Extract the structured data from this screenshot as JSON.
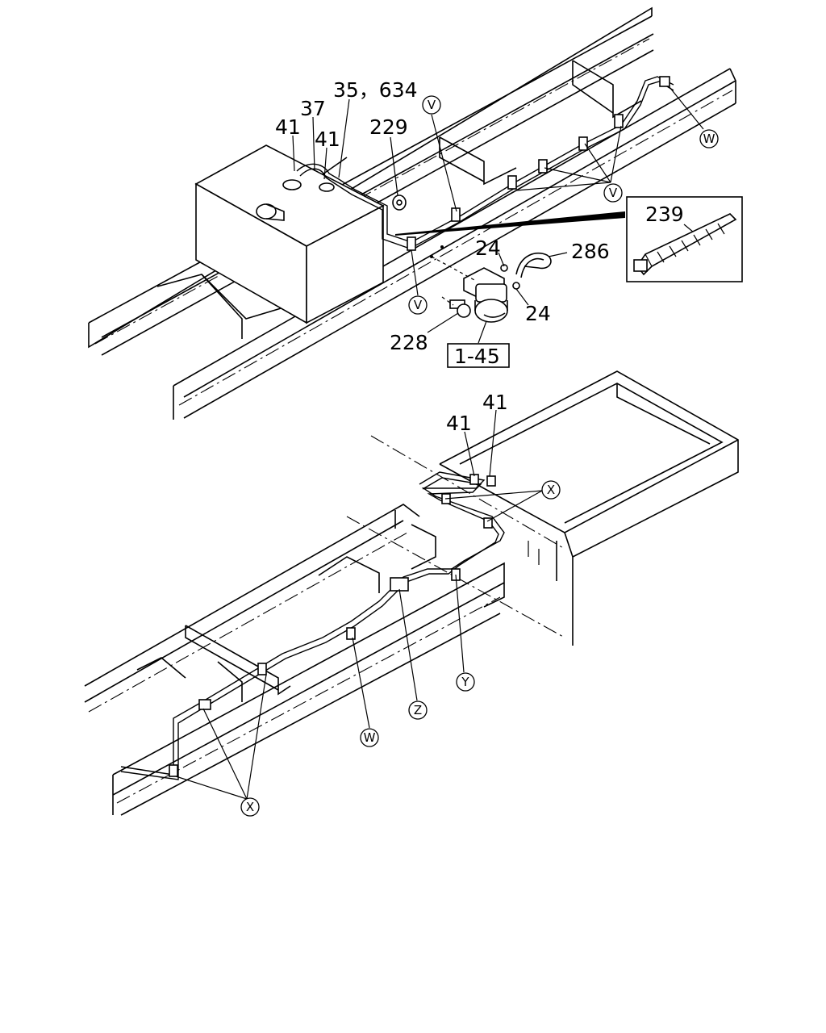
{
  "top_section": {
    "labels": {
      "l_41a": "41",
      "l_37": "37",
      "l_41b": "41",
      "l_35_634": "35，634",
      "l_229": "229",
      "l_24a": "24",
      "l_286": "286",
      "l_24b": "24",
      "l_228": "228",
      "l_1_45": "1-45"
    },
    "inset": {
      "part_number": "239"
    },
    "callouts": {
      "v_top": "V",
      "v_right": "V",
      "v_bottom": "V",
      "w": "W"
    }
  },
  "bottom_section": {
    "labels": {
      "l_41a": "41",
      "l_41b": "41"
    },
    "callouts": {
      "x_top": "X",
      "x_bottom": "X",
      "y": "Y",
      "z": "Z",
      "w": "W"
    }
  }
}
